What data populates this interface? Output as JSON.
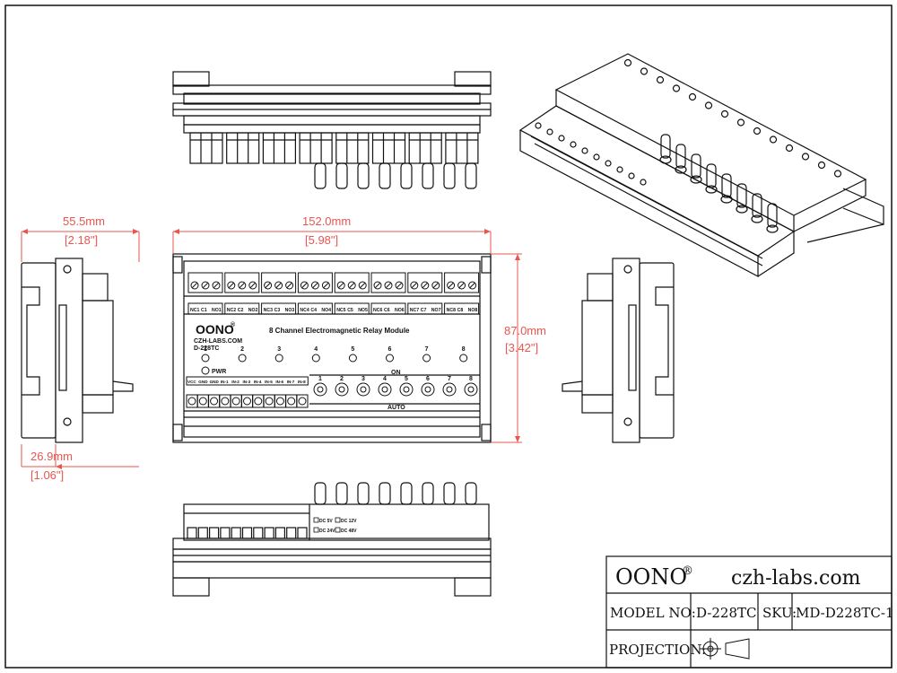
{
  "dimensions": {
    "depth_mm": "55.5mm",
    "depth_in": "[2.18\"]",
    "width_mm": "152.0mm",
    "width_in": "[5.98\"]",
    "height_mm": "87.0mm",
    "height_in": "[3.42\"]",
    "rail_mm": "26.9mm",
    "rail_in": "[1.06\"]"
  },
  "board": {
    "header_labels": [
      "NC1",
      "C1",
      "NO1",
      "NC2",
      "C2",
      "NO2",
      "NC3",
      "C3",
      "NO3",
      "NC4",
      "C4",
      "NO4",
      "NC5",
      "C5",
      "NO5",
      "NC6",
      "C6",
      "NO6",
      "NC7",
      "C7",
      "NO7",
      "NC8",
      "C8",
      "NO8"
    ],
    "brand": "OONO",
    "registered": "®",
    "site": "CZH-LABS.COM",
    "model": "D-228TC",
    "title": "8 Channel Electromagnetic Relay Module",
    "channels": [
      "1",
      "2",
      "3",
      "4",
      "5",
      "6",
      "7",
      "8"
    ],
    "pwr": "PWR",
    "on": "ON",
    "auto": "AUTO",
    "input_labels": [
      "VCC",
      "GND",
      "GND",
      "IN-1",
      "IN-2",
      "IN-3",
      "IN-4",
      "IN-5",
      "IN-6",
      "IN-7",
      "IN-8"
    ],
    "voltage_options": [
      "DC 5V",
      "DC 12V",
      "DC 24V",
      "DC 48V"
    ]
  },
  "title_block": {
    "brand": "OONO",
    "registered": "®",
    "site": "czh-labs.com",
    "model_label": "MODEL NO:",
    "model_value": "D-228TC",
    "sku_label": "SKU:",
    "sku_value": "MD-D228TC-1",
    "projection_label": "PROJECTION:"
  },
  "colors": {
    "dimension": "#e8564f",
    "line": "#111111"
  }
}
